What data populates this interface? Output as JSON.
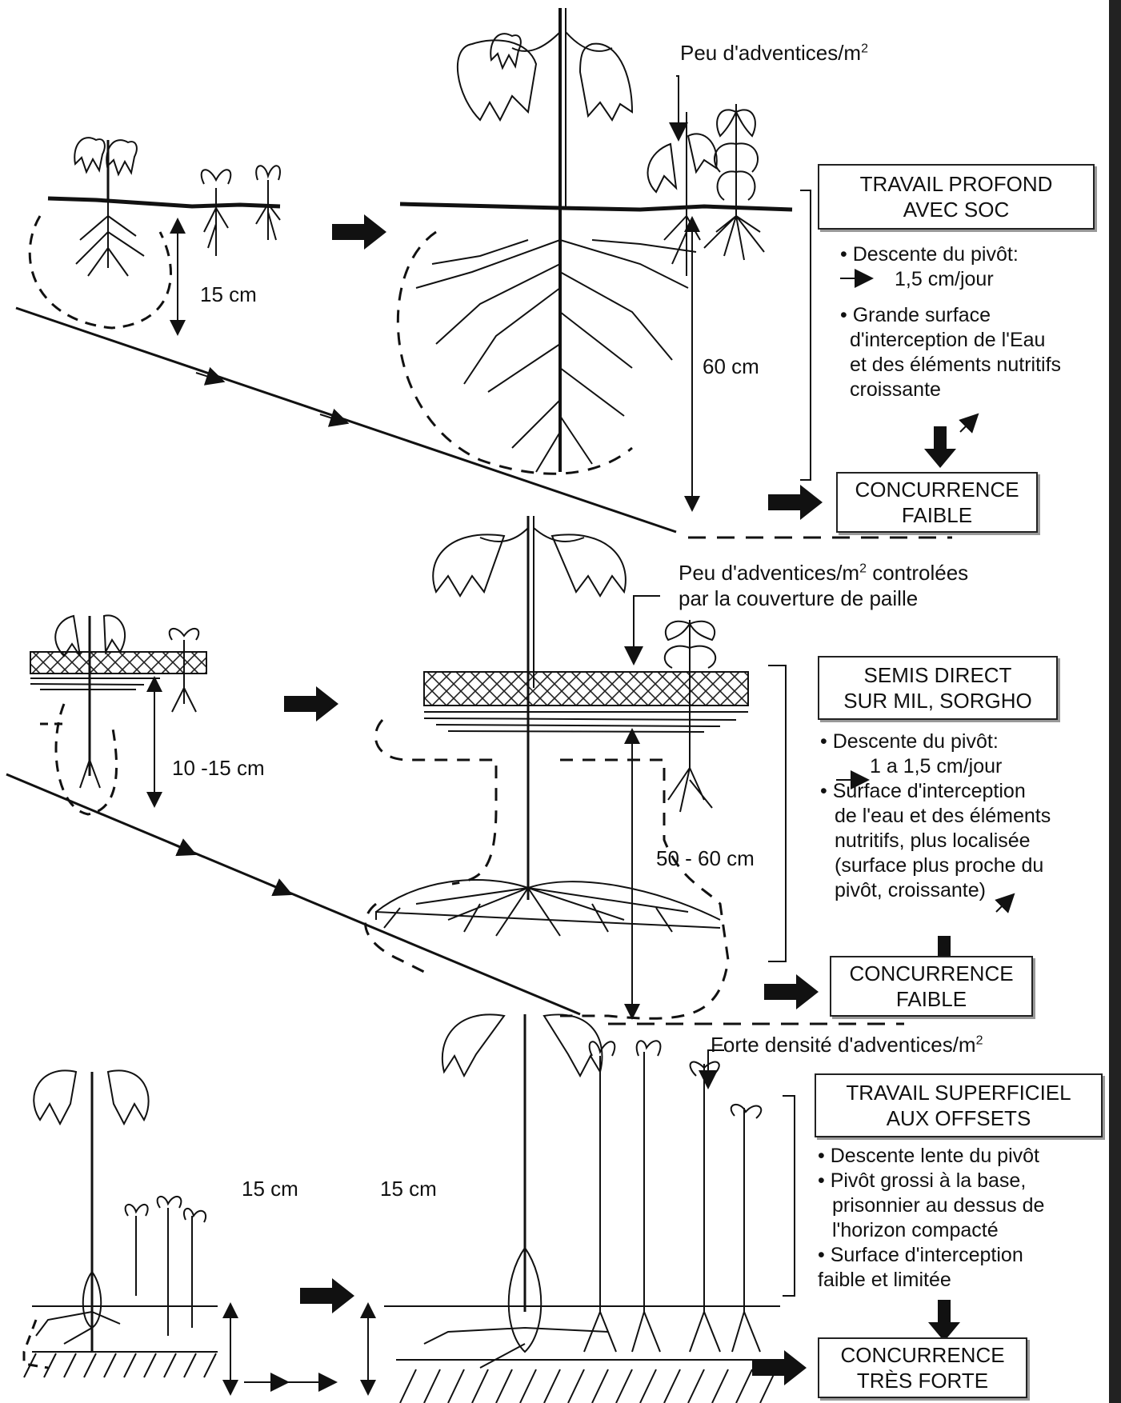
{
  "panels": [
    {
      "id": "deep",
      "weeds_note": "Peu d'adventices/m",
      "weeds_sup": "2",
      "depth_start": "15 cm",
      "depth_end": "60 cm",
      "title_lines": [
        "TRAVAIL  PROFOND",
        "AVEC SOC"
      ],
      "bullets": [
        "• Descente du pivôt:",
        "1,5 cm/jour",
        "• Grande surface",
        "d'interception de l'Eau",
        "et des éléments nutritifs",
        "croissante"
      ],
      "result_lines": [
        "CONCURRENCE",
        "FAIBLE"
      ]
    },
    {
      "id": "direct",
      "weeds_note_line1": "Peu d'adventices/m",
      "weeds_sup": "2",
      "weeds_note_line1_tail": " controlées",
      "weeds_note_line2": "par la couverture de paille",
      "depth_start": "10 -15 cm",
      "depth_end": "50 - 60 cm",
      "title_lines": [
        "SEMIS DIRECT",
        "SUR MIL, SORGHO"
      ],
      "bullets": [
        "• Descente du pivôt:",
        "1 a 1,5 cm/jour",
        "• Surface d'interception",
        "de l'eau et des éléments",
        "nutritifs, plus localisée",
        "(surface plus proche du",
        "pivôt, croissante)"
      ],
      "result_lines": [
        "CONCURRENCE",
        "FAIBLE"
      ]
    },
    {
      "id": "shallow",
      "weeds_note": "Forte densité d'adventices/m",
      "weeds_sup": "2",
      "depth_start": "15 cm",
      "depth_end": "15 cm",
      "title_lines": [
        "TRAVAIL SUPERFICIEL",
        "AUX OFFSETS"
      ],
      "bullets": [
        "• Descente lente du pivôt",
        "• Pivôt grossi à la base,",
        "prisonnier au dessus de",
        "l'horizon compacté",
        "• Surface d'interception",
        "faible et limitée"
      ],
      "result_lines": [
        "CONCURRENCE",
        "TRÈS FORTE"
      ]
    }
  ]
}
